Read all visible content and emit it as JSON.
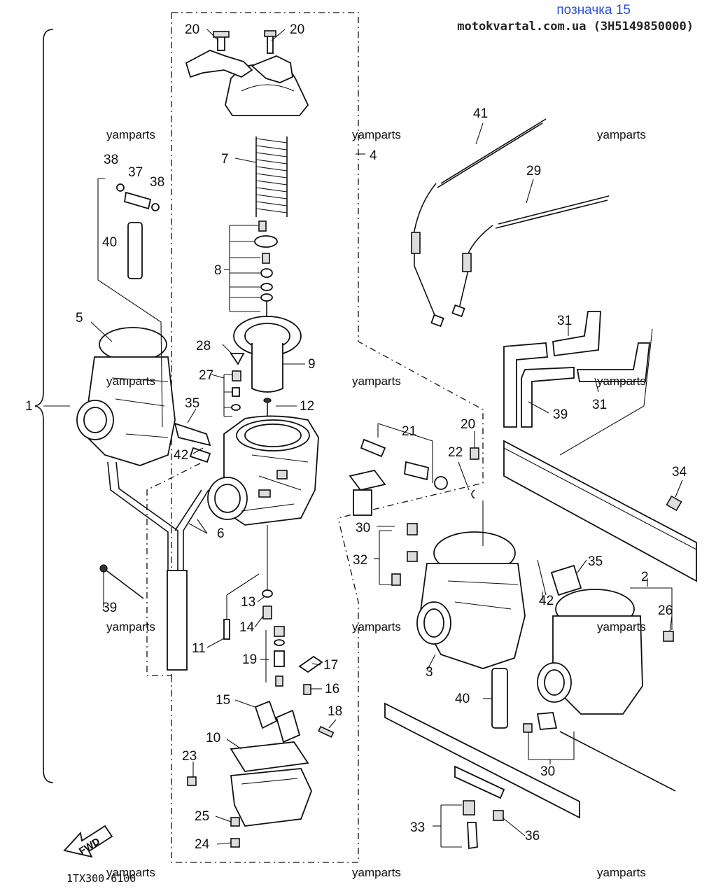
{
  "header": {
    "title": "позначка 15",
    "site": "motokvartal.com.ua (3H5149850000)"
  },
  "watermark": "yamparts",
  "diagram_code": "1TX300-6100",
  "fwd_label": "FWD",
  "callouts": {
    "c1": "1",
    "c2": "2",
    "c3": "3",
    "c4": "4",
    "c5": "5",
    "c6": "6",
    "c7": "7",
    "c8": "8",
    "c9": "9",
    "c10": "10",
    "c11": "11",
    "c12": "12",
    "c13": "13",
    "c14": "14",
    "c15": "15",
    "c16": "16",
    "c17": "17",
    "c18": "18",
    "c19": "19",
    "c20": "20",
    "c21": "21",
    "c22": "22",
    "c23": "23",
    "c24": "24",
    "c25": "25",
    "c26": "26",
    "c27": "27",
    "c28": "28",
    "c29": "29",
    "c30": "30",
    "c31": "31",
    "c32": "32",
    "c33": "33",
    "c34": "34",
    "c35": "35",
    "c36": "36",
    "c37": "37",
    "c38": "38",
    "c39": "39",
    "c40": "40",
    "c41": "41",
    "c42": "42"
  }
}
